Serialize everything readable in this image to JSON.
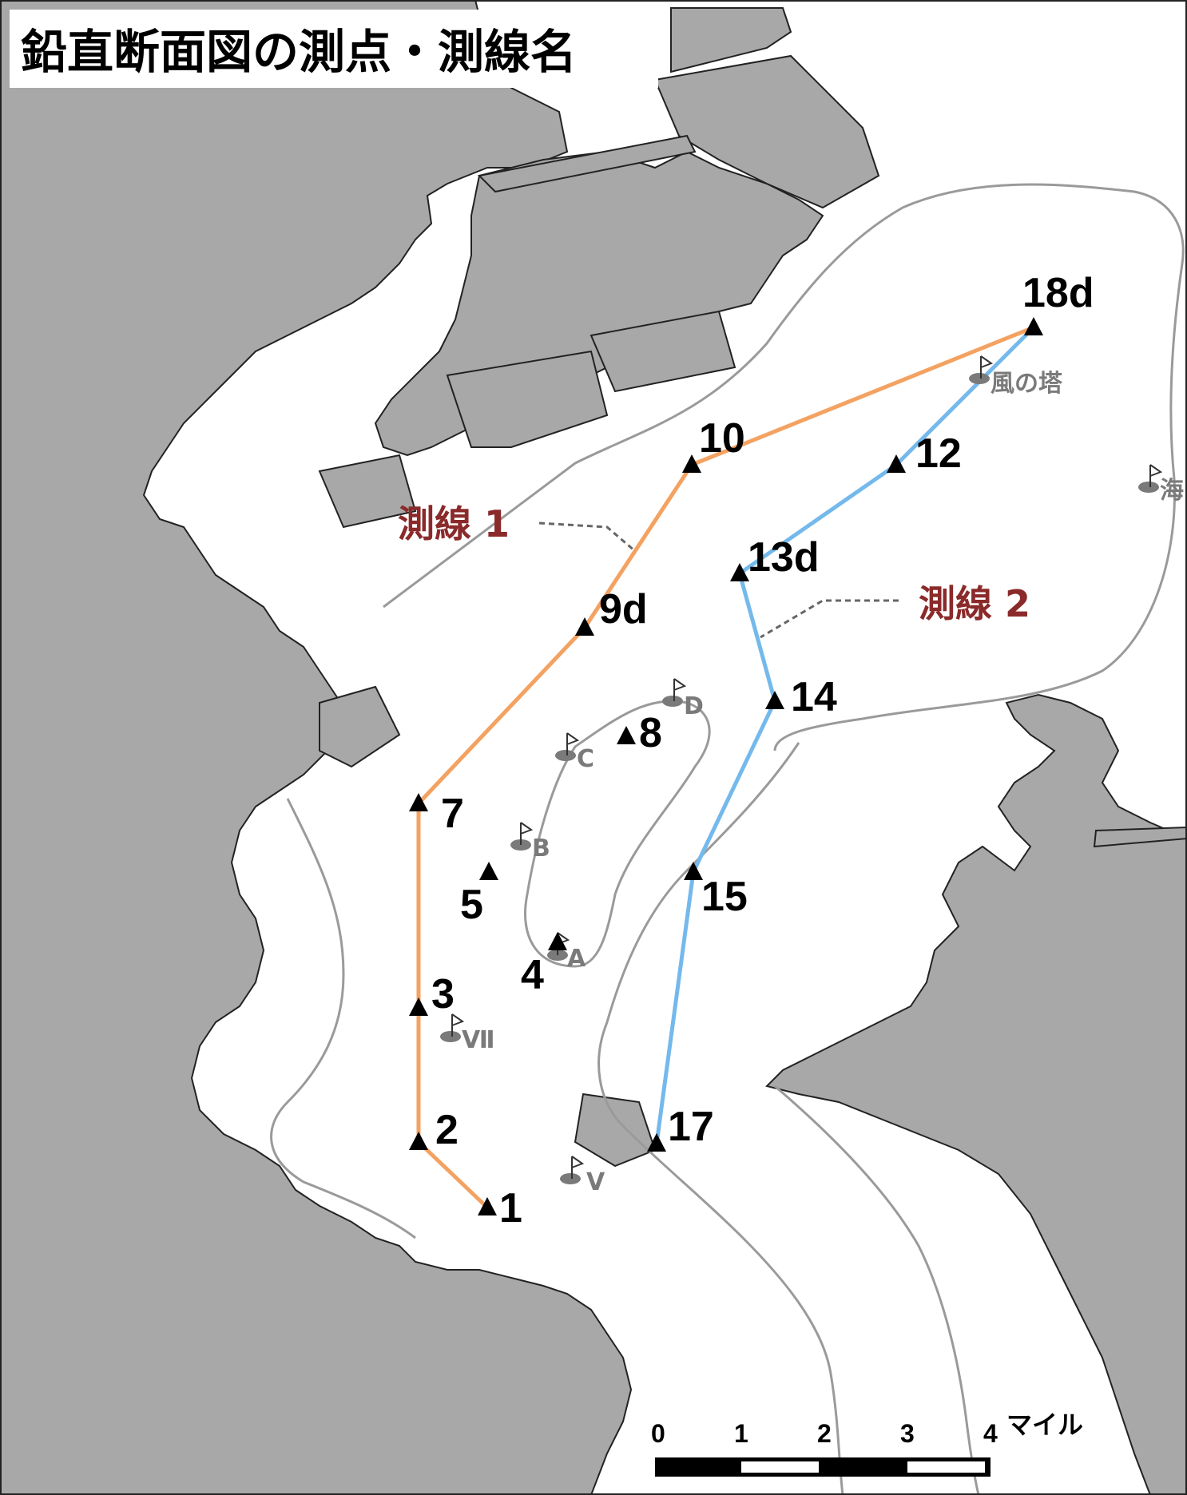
{
  "title": "鉛直断面図の測点・測線名",
  "colors": {
    "land": "#a8a8a8",
    "sea": "#ffffff",
    "contour": "#9a9a9a",
    "line1": "#f4a261",
    "line2": "#74b9ec",
    "line_label": "#8b2a2a",
    "buoy": "#7a7a7a"
  },
  "survey_lines": [
    {
      "id": "line1",
      "label": "測線 1",
      "stations": [
        "1",
        "2",
        "3",
        "7",
        "9d",
        "10",
        "18d"
      ]
    },
    {
      "id": "line2",
      "label": "測線 2",
      "stations": [
        "17",
        "15",
        "14",
        "13d",
        "12",
        "18d"
      ]
    }
  ],
  "stations": [
    {
      "id": "1",
      "label": "1"
    },
    {
      "id": "2",
      "label": "2"
    },
    {
      "id": "3",
      "label": "3"
    },
    {
      "id": "4",
      "label": "4"
    },
    {
      "id": "5",
      "label": "5"
    },
    {
      "id": "7",
      "label": "7"
    },
    {
      "id": "8",
      "label": "8"
    },
    {
      "id": "9d",
      "label": "9d"
    },
    {
      "id": "10",
      "label": "10"
    },
    {
      "id": "12",
      "label": "12"
    },
    {
      "id": "13d",
      "label": "13d"
    },
    {
      "id": "14",
      "label": "14"
    },
    {
      "id": "15",
      "label": "15"
    },
    {
      "id": "17",
      "label": "17"
    },
    {
      "id": "18d",
      "label": "18d"
    }
  ],
  "buoys": [
    {
      "id": "A",
      "label": "A"
    },
    {
      "id": "B",
      "label": "B"
    },
    {
      "id": "C",
      "label": "C"
    },
    {
      "id": "D",
      "label": "D"
    },
    {
      "id": "V",
      "label": "V"
    },
    {
      "id": "VII",
      "label": "Ⅶ"
    },
    {
      "id": "kaze",
      "label": "風の塔"
    },
    {
      "id": "umi",
      "label": "海"
    }
  ],
  "scale_bar": {
    "ticks": [
      "0",
      "1",
      "2",
      "3",
      "4"
    ],
    "unit": "マイル"
  },
  "icons": {
    "station": "triangle-marker-icon",
    "buoy": "flag-buoy-icon"
  }
}
